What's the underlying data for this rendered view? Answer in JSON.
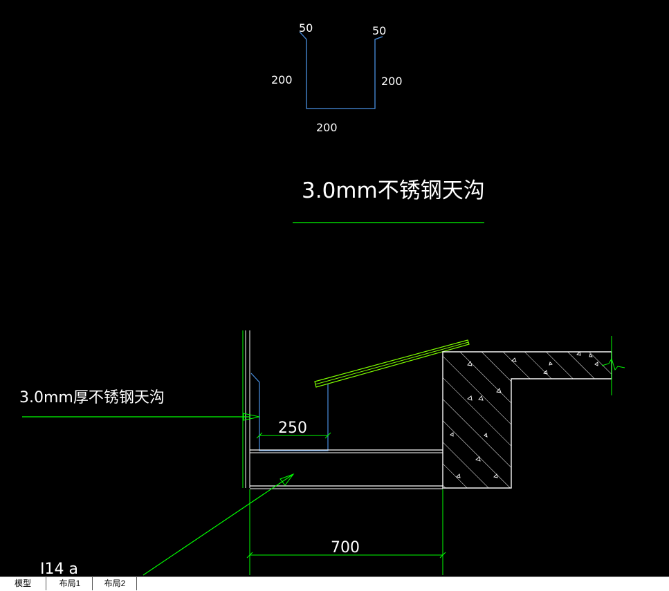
{
  "drawing": {
    "gutter_section": {
      "dim_lip_left": "50",
      "dim_lip_right": "50",
      "dim_side_left": "200",
      "dim_side_right": "200",
      "dim_bottom": "200",
      "title": "3.0mm不锈钢天沟"
    },
    "detail": {
      "leader_label": "3.0mm厚不锈钢天沟",
      "dim_gutter_width": "250",
      "dim_overall": "700",
      "beam_label": "I14 a"
    }
  },
  "tabs": [
    {
      "label": "模型",
      "active": true
    },
    {
      "label": "布局1",
      "active": false
    },
    {
      "label": "布局2",
      "active": false
    }
  ],
  "colors": {
    "background": "#000000",
    "gutter_line": "#4a90e2",
    "dimension_line": "#00ff00",
    "text": "#ffffff"
  }
}
